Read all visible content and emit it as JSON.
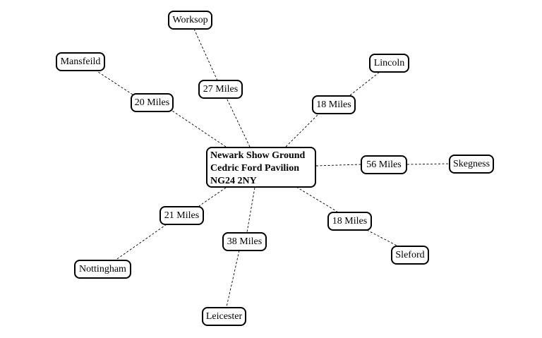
{
  "center": {
    "line1": "Newark Show Ground",
    "line2": "Cedric Ford Pavilion",
    "line3": "NG24 2NY"
  },
  "destinations": [
    {
      "id": "worksop",
      "name": "Worksop",
      "distance": "27 Miles"
    },
    {
      "id": "mansfeild",
      "name": "Mansfeild",
      "distance": "20 Miles"
    },
    {
      "id": "lincoln",
      "name": "Lincoln",
      "distance": "18 Miles"
    },
    {
      "id": "skegness",
      "name": "Skegness",
      "distance": "56 Miles"
    },
    {
      "id": "sleford",
      "name": "Sleford",
      "distance": "18 Miles"
    },
    {
      "id": "leicester",
      "name": "Leicester",
      "distance": "38 Miles"
    },
    {
      "id": "nottingham",
      "name": "Nottingham",
      "distance": "21 Miles"
    }
  ]
}
